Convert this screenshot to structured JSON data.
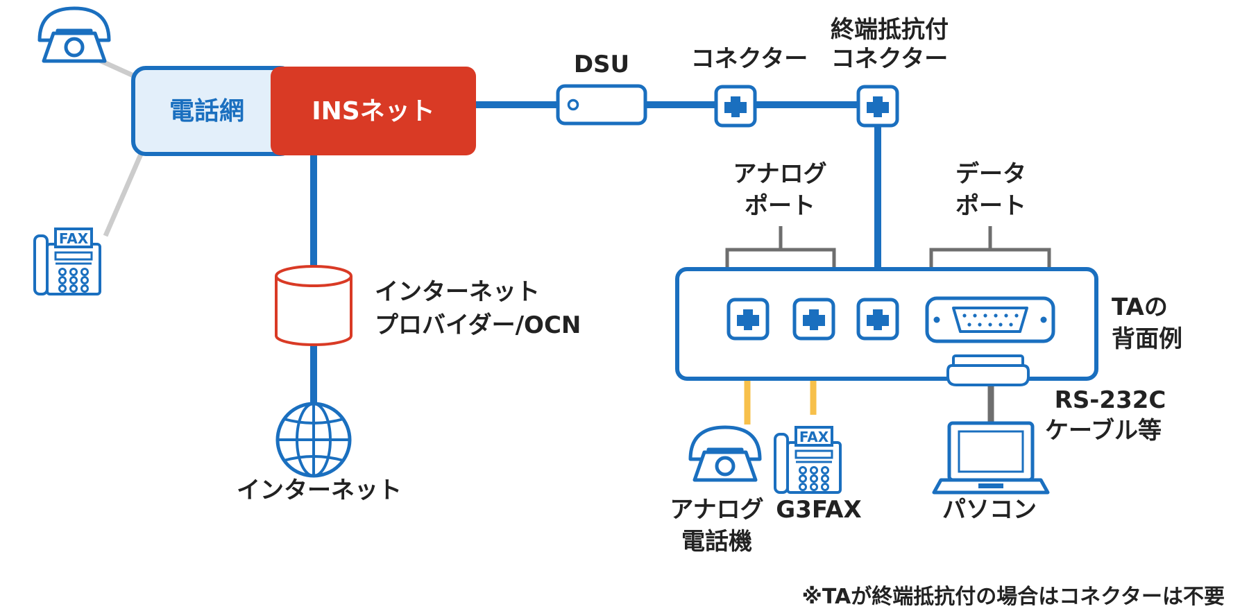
{
  "colors": {
    "blue": "#1a6fbf",
    "red": "#d93a25",
    "gray": "#cccccc",
    "dark_gray": "#6e6e6e",
    "yellow": "#f7c04b",
    "light_blue": "#e3effa",
    "text": "#222222"
  },
  "network": {
    "phone_net": "電話網",
    "ins_net": "INSネット"
  },
  "devices": {
    "dsu": "DSU",
    "connector": "コネクター",
    "terminated_connector": [
      "終端抵抗付",
      "コネクター"
    ],
    "isp": [
      "インターネット",
      "プロバイダー/OCN"
    ],
    "internet": "インターネット",
    "fax_badge": "FAX"
  },
  "ta": {
    "analog_port": [
      "アナログ",
      "ポート"
    ],
    "data_port": [
      "データ",
      "ポート"
    ],
    "back_label": [
      "TAの",
      "背面例"
    ],
    "cable": [
      "RS-232C",
      "ケーブル等"
    ]
  },
  "terminals": {
    "analog_phone": [
      "アナログ",
      "電話機"
    ],
    "g3fax": "G3FAX",
    "pc": "パソコン"
  },
  "icons": [
    "telephone-icon",
    "fax-icon",
    "globe-icon",
    "database-icon",
    "laptop-icon",
    "modular-jack-icon",
    "dsub-connector-icon"
  ],
  "footnote": "※TAが終端抵抗付の場合はコネクターは不要"
}
